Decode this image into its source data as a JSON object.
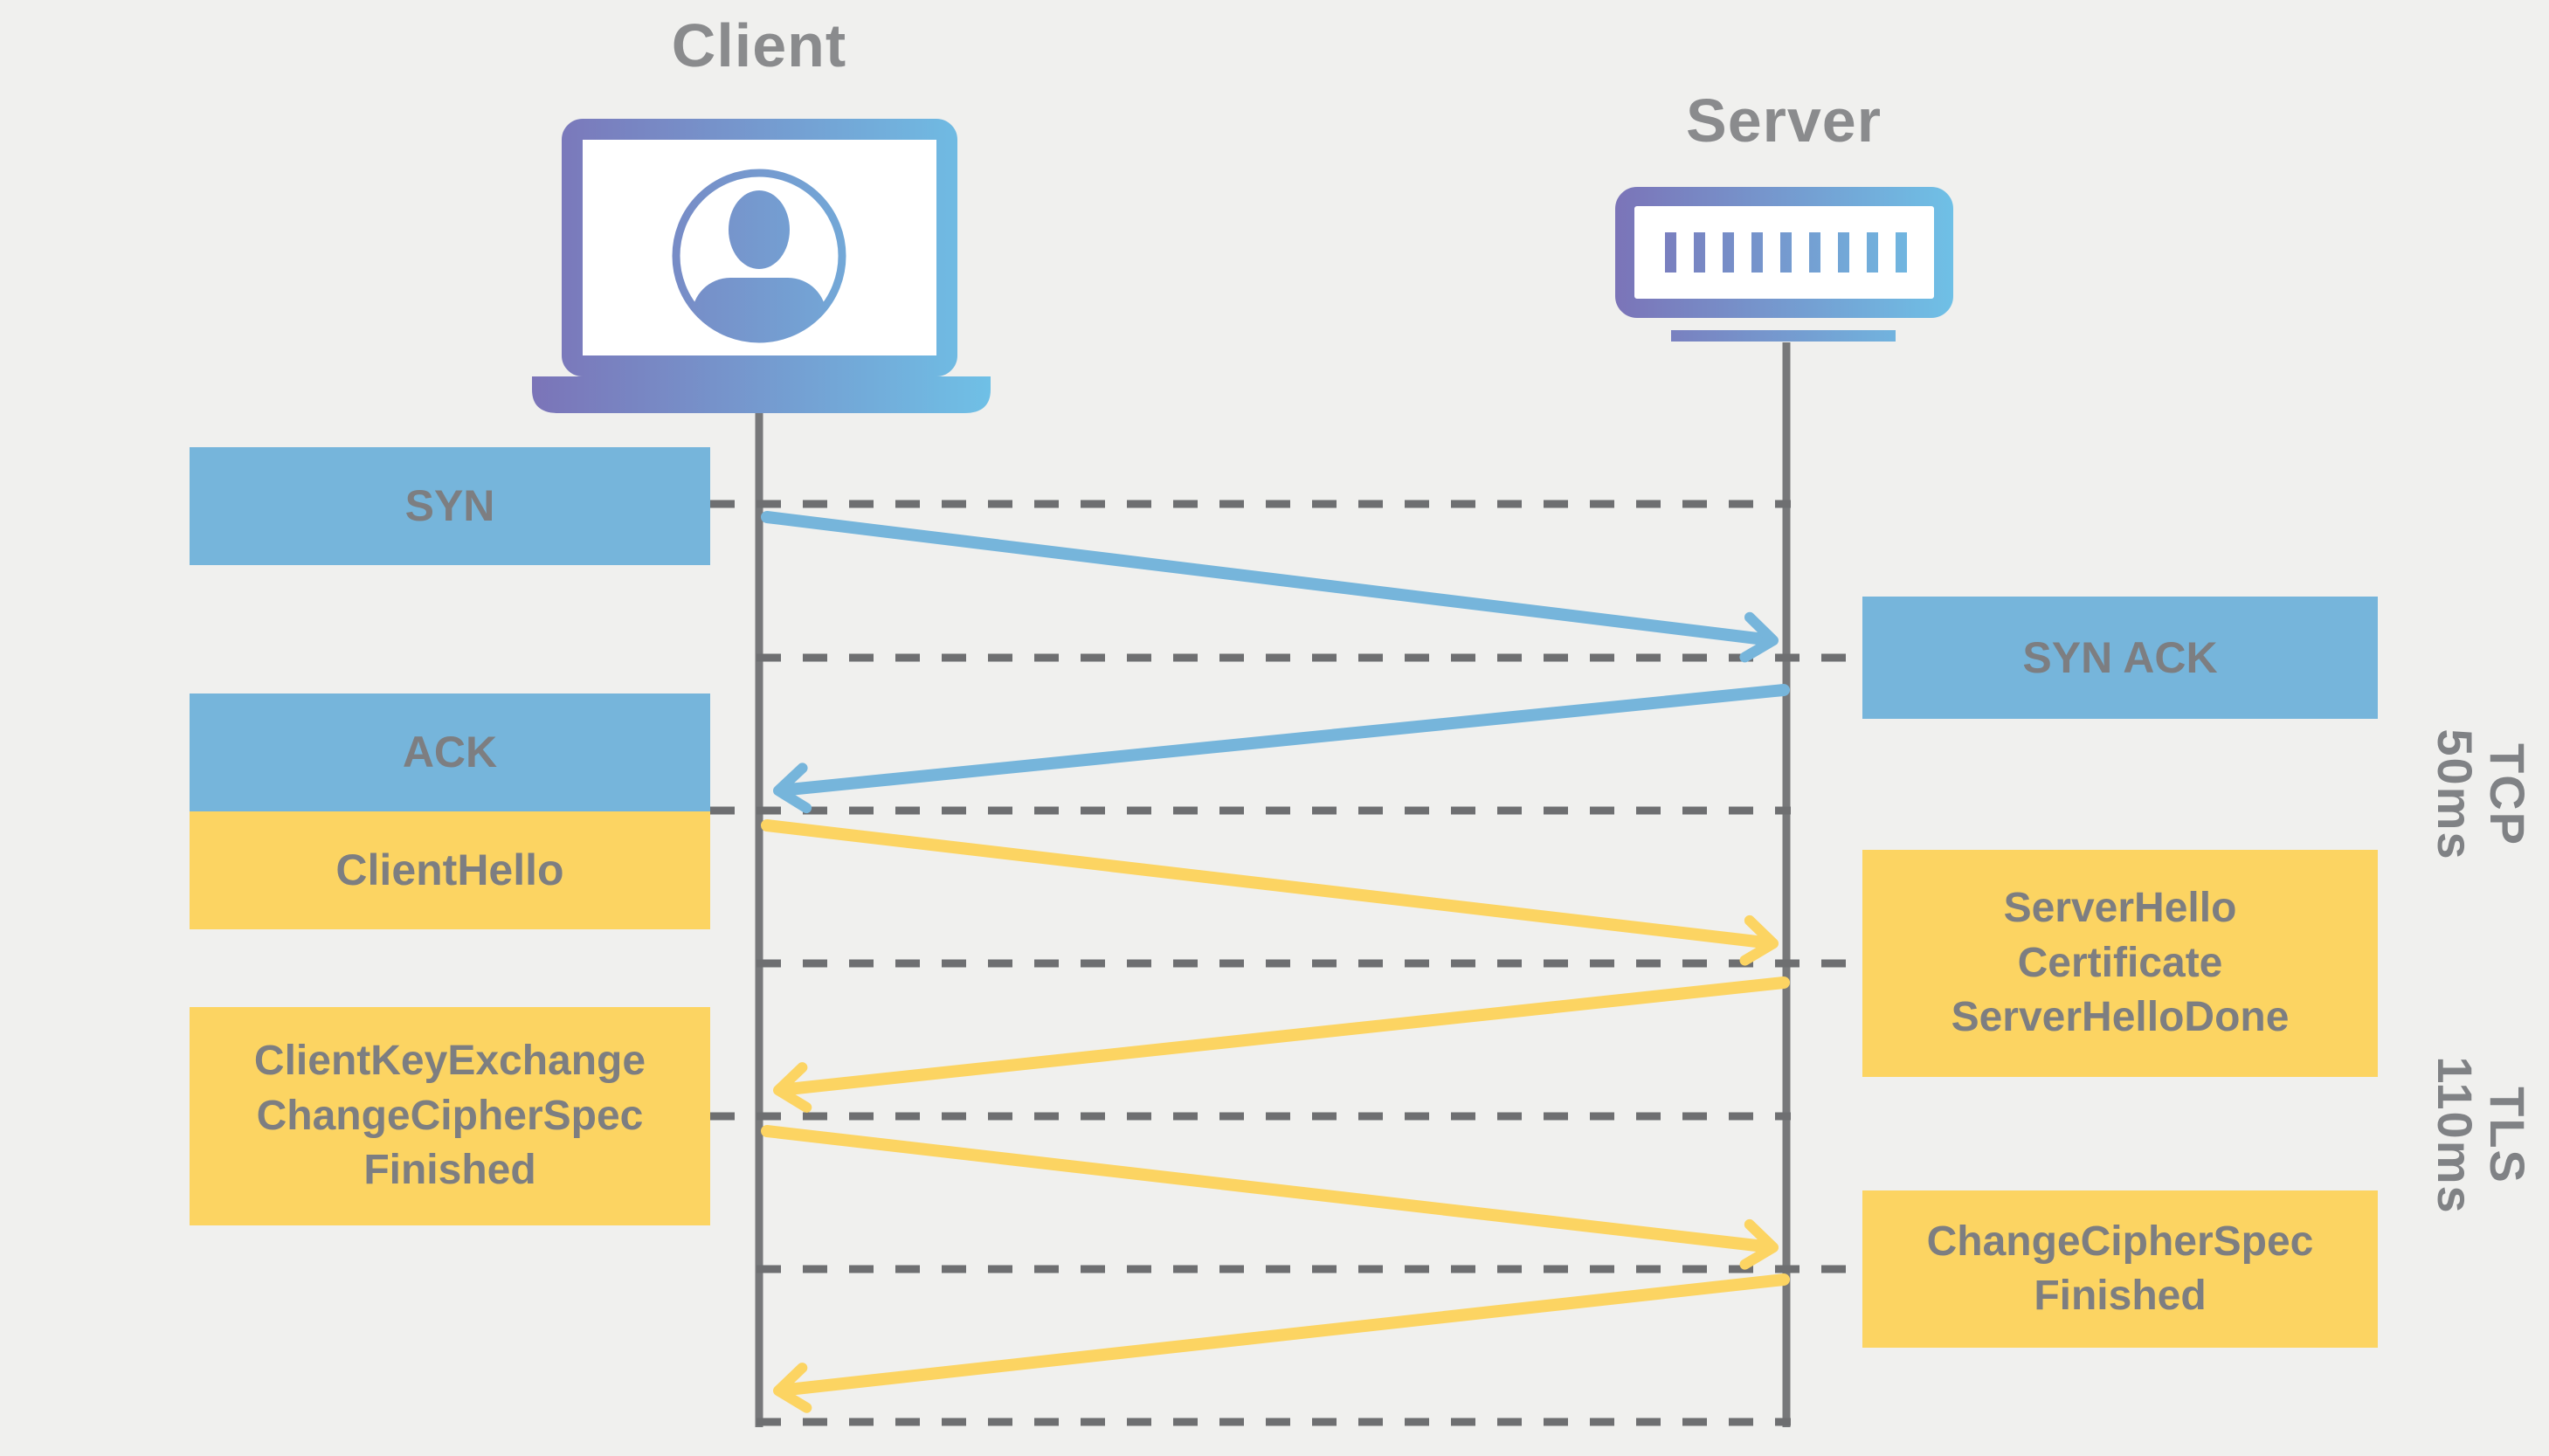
{
  "actors": {
    "client": "Client",
    "server": "Server"
  },
  "boxes": {
    "syn": {
      "label": "SYN",
      "protocol": "TCP",
      "direction": "client-to-server"
    },
    "synack": {
      "label": "SYN ACK",
      "protocol": "TCP",
      "direction": "server-to-client"
    },
    "ack": {
      "label": "ACK",
      "protocol": "TCP",
      "direction": "client-to-server"
    },
    "clienthello": {
      "label": "ClientHello",
      "protocol": "TLS",
      "direction": "client-to-server"
    },
    "serverhello": {
      "lines": [
        "ServerHello",
        "Certificate",
        "ServerHelloDone"
      ],
      "protocol": "TLS",
      "direction": "server-to-client"
    },
    "clientkeyexchange": {
      "lines": [
        "ClientKeyExchange",
        "ChangeCipherSpec",
        "Finished"
      ],
      "protocol": "TLS",
      "direction": "client-to-server"
    },
    "changecipherspec": {
      "lines": [
        "ChangeCipherSpec",
        "Finished"
      ],
      "protocol": "TLS",
      "direction": "server-to-client"
    }
  },
  "phases": {
    "tcp": {
      "protocol": "TCP",
      "duration": "50ms"
    },
    "tls": {
      "protocol": "TLS",
      "duration": "110ms"
    }
  },
  "icons": {
    "client": "laptop-user-icon",
    "server": "server-rack-icon"
  },
  "colors": {
    "tcp_blue": "#76b5db",
    "tls_yellow": "#fcd462",
    "label_gray": "#7d7e81",
    "title_gray": "#8a8b8d",
    "line_gray": "#77787a",
    "dash_gray": "#6e6f71",
    "gradient_start": "#7b74b8",
    "gradient_end": "#6fc0e6",
    "background": "#f0f0ee"
  }
}
